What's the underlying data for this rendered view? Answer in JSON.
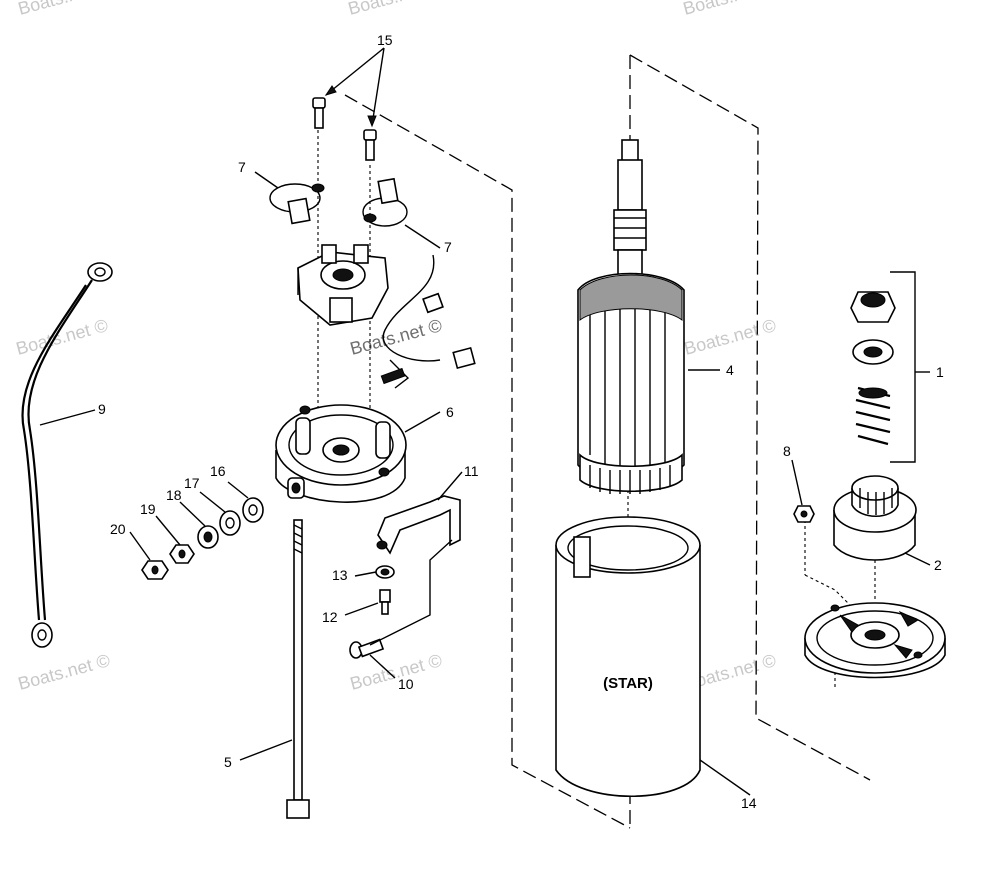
{
  "watermark": "Boats.net ©",
  "body_marking": "(STAR)",
  "callouts": [
    "15",
    "7",
    "7",
    "9",
    "6",
    "16",
    "17",
    "18",
    "19",
    "20",
    "11",
    "13",
    "12",
    "10",
    "5",
    "4",
    "1",
    "8",
    "2",
    "14"
  ]
}
